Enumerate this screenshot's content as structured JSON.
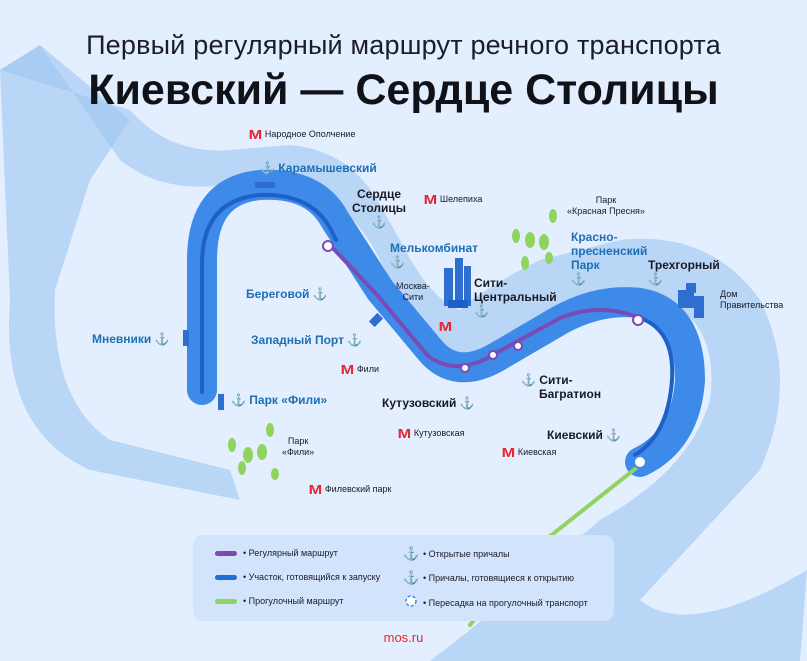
{
  "title": {
    "line1": "Первый регулярный маршрут речного транспорта",
    "line2": "Киевский — Сердце Столицы"
  },
  "colors": {
    "background": "#e3efff",
    "river": "#7fb3ec",
    "route_channel": "#3d8ae8",
    "regular_route": "#7a4bb5",
    "launch_section": "#1f6fd8",
    "walking_route": "#8fd45e",
    "metro": "#e8262e",
    "planned_pier_text": "#1f6fb3"
  },
  "piers_open": {
    "serdtse_line1": "Сердце",
    "serdtse_line2": "Столицы",
    "siti_tsentralny_line1": "Сити-",
    "siti_tsentralny_line2": "Центральный",
    "trekhgorny": "Трехгорный",
    "siti_bagration_line1": "Сити-",
    "siti_bagration_line2": "Багратион",
    "kutuzovsky": "Кутузовский",
    "kievsky": "Киевский"
  },
  "piers_planned": {
    "karamyshevsky": "Карамышевский",
    "melkombinat": "Мелькомбинат",
    "beregovoy": "Береговой",
    "zapadny_port": "Западный Порт",
    "mnevniki": "Мневники",
    "park_fili": "Парк «Фили»",
    "krasnopresnensky_line1": "Красно-",
    "krasnopresnensky_line2": "пресненский",
    "krasnopresnensky_line3": "Парк"
  },
  "metro": {
    "narodnoe_opolchenie": "Народное Ополчение",
    "shelepikha": "Шелепиха",
    "fili": "Фили",
    "kutuzovskaya": "Кутузовская",
    "kievskaya": "Киевская",
    "filevsky_park": "Филевский парк",
    "symbol": "M"
  },
  "places": {
    "moskva_siti_line1": "Москва-",
    "moskva_siti_line2": "Сити",
    "park_presnya_line1": "Парк",
    "park_presnya_line2": "«Красная Пресня»",
    "dom_pravitelstva_line1": "Дом",
    "dom_pravitelstva_line2": "Правительства",
    "park_fili_line1": "Парк",
    "park_fili_line2": "«Фили»"
  },
  "icons": {
    "anchor": "⚓",
    "anchor_icon": "anchor-icon",
    "metro_icon": "metro-icon"
  },
  "legend": {
    "regular_route": "• Регулярный маршрут",
    "launch_section": "• Участок, готовящийся к запуску",
    "walking_route": "• Прогулочный маршрут",
    "open_piers": "• Открытые причалы",
    "planned_piers": "• Причалы, готовящиеся к открытию",
    "transfer": "• Пересадка на прогулочный транспорт"
  },
  "footer": "mos.ru"
}
